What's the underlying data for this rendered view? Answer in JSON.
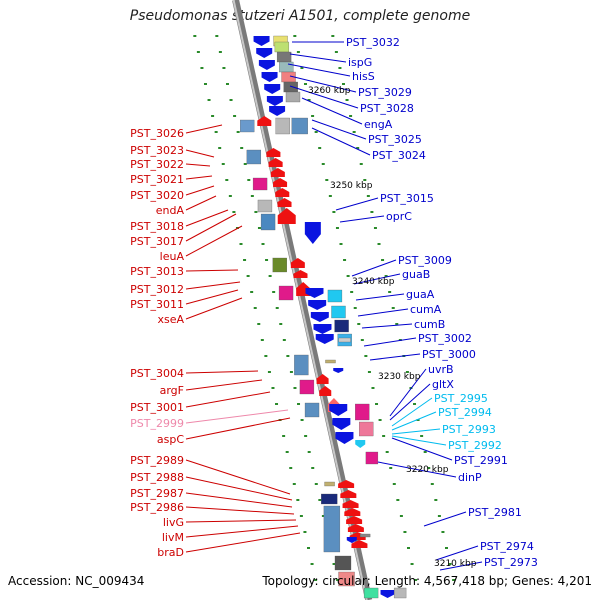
{
  "title": "Pseudomonas stutzeri A1501, complete genome",
  "footer": {
    "accession": "Accession: NC_009434",
    "topology": "Topology: circular; Length: 4,567,418 bp; Genes: 4,201"
  },
  "colors": {
    "minus_strand_label": "#cc0000",
    "plus_strand_label": "#0000cc",
    "rna_label": "#00bbee",
    "pseudo_label": "#ee88aa"
  },
  "scale_marks": [
    "3260 kbp",
    "3250 kbp",
    "3240 kbp",
    "3230 kbp",
    "3220 kbp",
    "3210 kbp"
  ],
  "left_labels": [
    {
      "text": "PST_3026",
      "kind": "minus"
    },
    {
      "text": "PST_3023",
      "kind": "minus"
    },
    {
      "text": "PST_3022",
      "kind": "minus"
    },
    {
      "text": "PST_3021",
      "kind": "minus"
    },
    {
      "text": "PST_3020",
      "kind": "minus"
    },
    {
      "text": "endA",
      "kind": "minus"
    },
    {
      "text": "PST_3018",
      "kind": "minus"
    },
    {
      "text": "PST_3017",
      "kind": "minus"
    },
    {
      "text": "leuA",
      "kind": "minus"
    },
    {
      "text": "PST_3013",
      "kind": "minus"
    },
    {
      "text": "PST_3012",
      "kind": "minus"
    },
    {
      "text": "PST_3011",
      "kind": "minus"
    },
    {
      "text": "xseA",
      "kind": "minus"
    },
    {
      "text": "PST_3004",
      "kind": "minus"
    },
    {
      "text": "argF",
      "kind": "minus"
    },
    {
      "text": "PST_3001",
      "kind": "minus"
    },
    {
      "text": "PST_2999",
      "kind": "pseudo"
    },
    {
      "text": "aspC",
      "kind": "minus"
    },
    {
      "text": "PST_2989",
      "kind": "minus"
    },
    {
      "text": "PST_2988",
      "kind": "minus"
    },
    {
      "text": "PST_2987",
      "kind": "minus"
    },
    {
      "text": "PST_2986",
      "kind": "minus"
    },
    {
      "text": "livG",
      "kind": "minus"
    },
    {
      "text": "livM",
      "kind": "minus"
    },
    {
      "text": "braD",
      "kind": "minus"
    }
  ],
  "right_labels": [
    {
      "text": "PST_3032",
      "kind": "plus"
    },
    {
      "text": "ispG",
      "kind": "plus"
    },
    {
      "text": "hisS",
      "kind": "plus"
    },
    {
      "text": "PST_3029",
      "kind": "plus"
    },
    {
      "text": "PST_3028",
      "kind": "plus"
    },
    {
      "text": "engA",
      "kind": "plus"
    },
    {
      "text": "PST_3025",
      "kind": "plus"
    },
    {
      "text": "PST_3024",
      "kind": "plus"
    },
    {
      "text": "PST_3015",
      "kind": "plus"
    },
    {
      "text": "oprC",
      "kind": "plus"
    },
    {
      "text": "PST_3009",
      "kind": "plus"
    },
    {
      "text": "guaB",
      "kind": "plus"
    },
    {
      "text": "guaA",
      "kind": "plus"
    },
    {
      "text": "cumA",
      "kind": "plus"
    },
    {
      "text": "cumB",
      "kind": "plus"
    },
    {
      "text": "PST_3002",
      "kind": "plus"
    },
    {
      "text": "PST_3000",
      "kind": "plus"
    },
    {
      "text": "uvrB",
      "kind": "plus"
    },
    {
      "text": "gltX",
      "kind": "plus"
    },
    {
      "text": "PST_2995",
      "kind": "rna"
    },
    {
      "text": "PST_2994",
      "kind": "rna"
    },
    {
      "text": "PST_2993",
      "kind": "rna"
    },
    {
      "text": "PST_2992",
      "kind": "rna"
    },
    {
      "text": "PST_2991",
      "kind": "plus"
    },
    {
      "text": "dinP",
      "kind": "plus"
    },
    {
      "text": "PST_2981",
      "kind": "plus"
    },
    {
      "text": "PST_2974",
      "kind": "plus"
    },
    {
      "text": "PST_2973",
      "kind": "plus"
    }
  ]
}
